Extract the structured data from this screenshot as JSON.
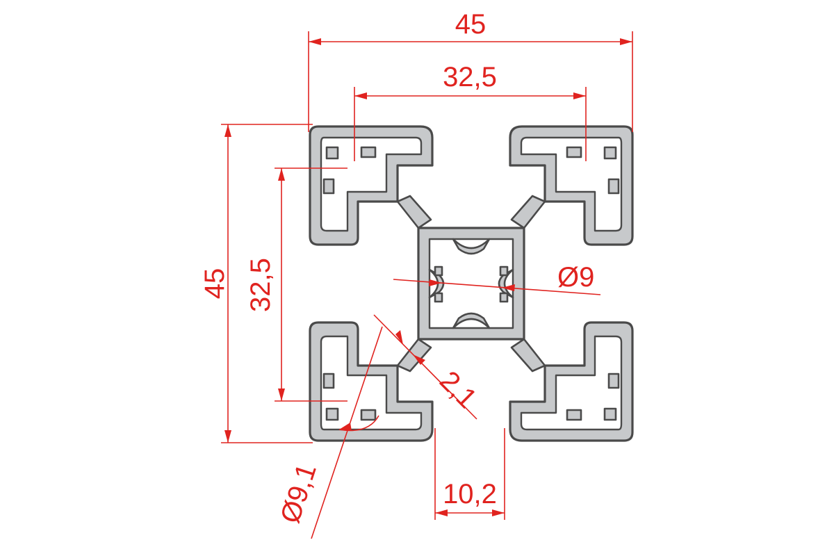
{
  "colors": {
    "dimension": "#e0231f",
    "profile_fill": "#c7c9cb",
    "profile_outline": "#4a4a4a",
    "background": "#ffffff"
  },
  "dimensions": {
    "overall_width": "45",
    "inner_width": "32,5",
    "overall_height": "45",
    "inner_height": "32,5",
    "core_bore": "Ø9",
    "corner_bore": "Ø9,1",
    "wall": "2,1",
    "slot_opening": "10,2"
  }
}
